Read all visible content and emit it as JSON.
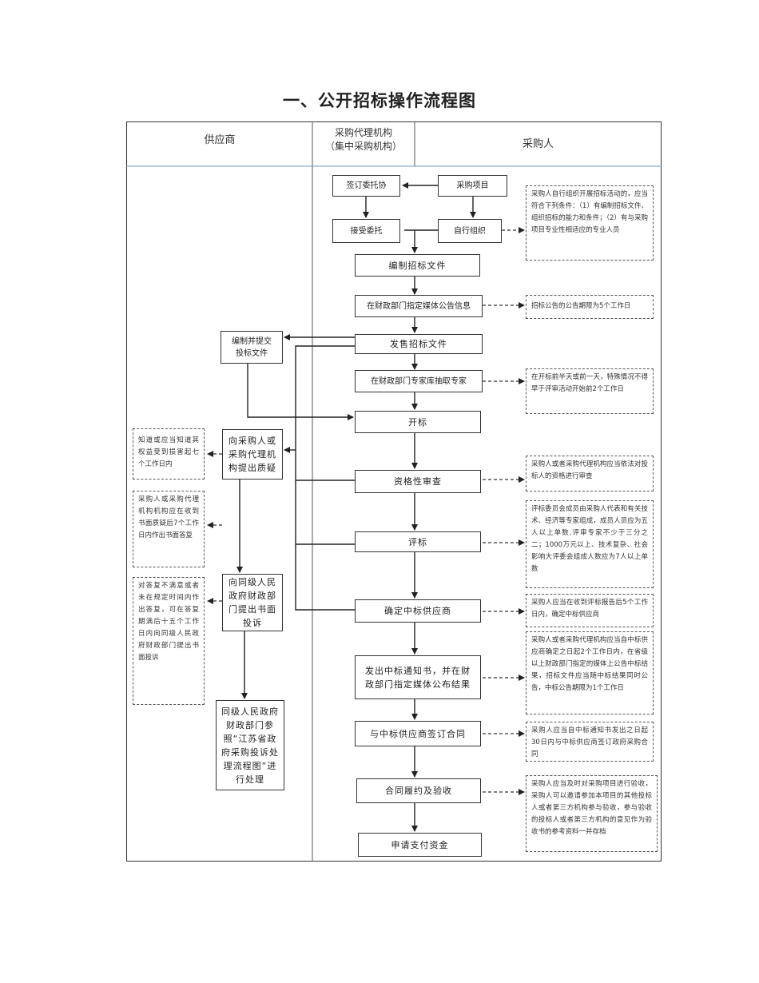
{
  "title": "一、公开招标操作流程图",
  "columns": {
    "supplier": "供应商",
    "agency_line1": "采购代理机构",
    "agency_line2": "（集中采购机构）",
    "purchaser": "采购人"
  },
  "boxes": {
    "sign_entrust": "签订委托协",
    "purchase_project": "采购项目",
    "accept_entrust": "接受委托",
    "self_organize": "自行组织",
    "prepare_docs": "编制招标文件",
    "publish_notice": "在财政部门指定媒体公告信息",
    "sell_docs": "发售招标文件",
    "draw_experts": "在财政部门专家库抽取专家",
    "open_bid": "开标",
    "qualification": "资格性审查",
    "evaluate": "评标",
    "confirm_winner": "确定中标供应商",
    "notify_winner": "发出中标通知书，并在财政部门指定媒体公布结果",
    "sign_contract": "与中标供应商签订合同",
    "perform_accept": "合同履约及验收",
    "apply_payment": "申请支付资金",
    "prepare_submit_bid": "编制并提交投标文件",
    "raise_query": "向采购人或采购代理机构提出质疑",
    "file_complaint": "向同级人民政府财政部门提出书面投诉",
    "finance_process": "同级人民政府财政部门参照“江苏省政府采购投诉处理流程图”进行处理"
  },
  "notes": {
    "self_org_conditions": "采购人自行组织开展招标活动的，应当符合下列条件：（1）有编制招标文件、组织招标的能力和条件；（2）有与采购项目专业性相适应的专业人员",
    "notice_period": "招标公告的公告期限为5个工作日",
    "expert_timing": "在开标前半天或前一天，特殊情况不得早于评审活动开始前2个工作日",
    "qualification_note": "采购人或者采购代理机构应当依法对投标人的资格进行审查",
    "committee_note": "评标委员会成员由采购人代表和有关技术、经济等专家组成，成员人员应为五人以上单数,评审专家不少于三分之二；1000万元以上、技术复杂、社会影响大评委会组成人数应为7人以上单数",
    "confirm_note": "采购人应当在收到评标报告后5个工作日内，确定中标供应商",
    "notify_note": "采购人或者采购代理机构应当自中标供应商确定之日起2个工作日内，在省级以上财政部门指定的媒体上公告中标结果，招标文件应当随中标结果同时公告，中标公告期限为1个工作日",
    "contract_note": "采购人应当自中标通知书发出之日起30日内与中标供应商签订政府采购合同",
    "acceptance_note": "采购人应当及时对采购项目进行验收，采购人可以邀请参加本项目的其他投标人或者第三方机构参与验收，参与验收的投标人或者第三方机构的意见作为验收书的参考资料一并存档",
    "query_deadline": "知道或应当知道其权益受到损害起七个工作日内",
    "reply_deadline": "采购人或采购代理机构机构应在收到书面质疑后7个工作日内作出书面答复",
    "complaint_deadline": "对答复不满意或者未在规定时间内作出答复，可在答复期满后十五个工作日内向同级人民政府财政部门提出书面投诉"
  }
}
